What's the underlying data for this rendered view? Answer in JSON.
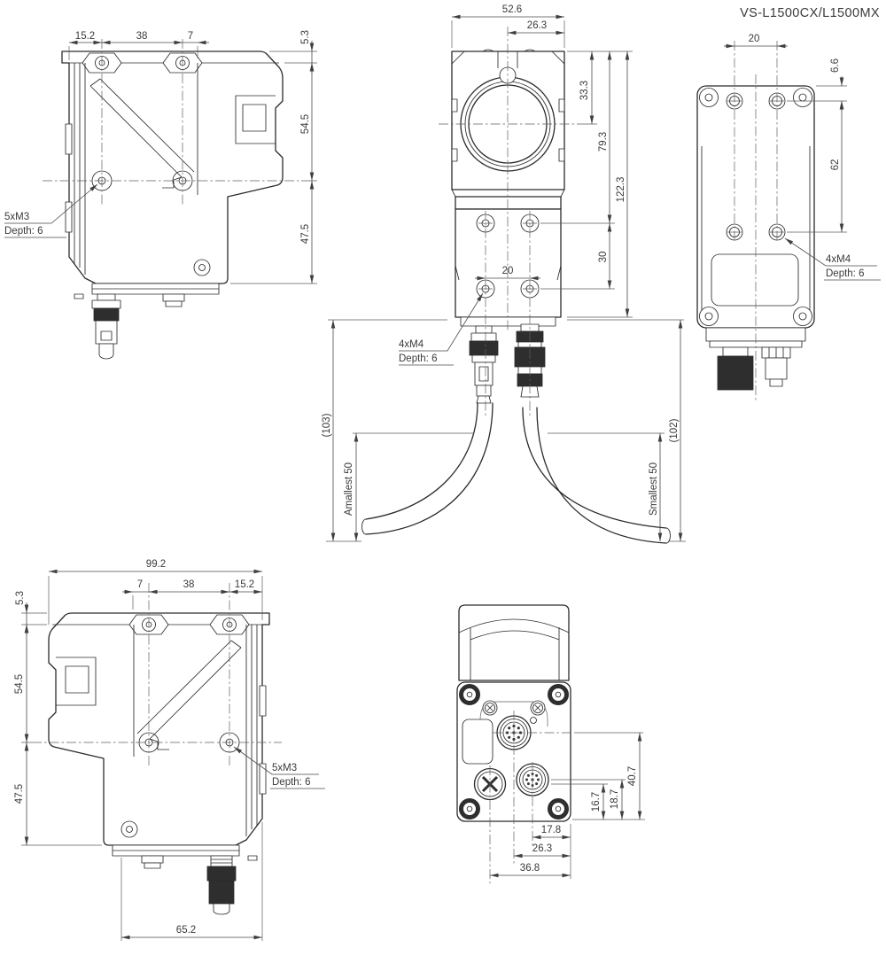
{
  "title": "VS-L1500CX/L1500MX",
  "colors": {
    "line": "#2b2b2b",
    "dim": "#4a4a4a",
    "text": "#3a3a3a",
    "background": "#ffffff"
  },
  "views": {
    "side_left": {
      "dim_front_to_hole": "15.2",
      "dim_hole_span": "38",
      "dim_hole_to_head": "7",
      "dim_plate": "5.3",
      "dim_top_to_axis": "54.5",
      "dim_axis_to_bottom": "47.5",
      "callout_thread": "5xM3",
      "callout_depth": "Depth: 6"
    },
    "front": {
      "dim_width": "52.6",
      "dim_center_to_edge": "26.3",
      "dim_top_to_lens": "33.3",
      "dim_top_to_holes": "79.3",
      "dim_height": "122.3",
      "dim_hole_rows": "30",
      "dim_hole_span": "20",
      "callout_thread": "4xM4",
      "callout_depth": "Depth: 6",
      "cable_left_length": "(103)",
      "cable_left_bend": "Amallest 50",
      "cable_right_length": "(102)",
      "cable_right_bend": "Smallest 50"
    },
    "rear": {
      "dim_hole_span": "20",
      "dim_top_to_holes": "6.6",
      "dim_hole_rows": "62",
      "callout_thread": "4xM4",
      "callout_depth": "Depth: 6"
    },
    "side_right": {
      "dim_width": "99.2",
      "dim_head_to_hole": "7",
      "dim_hole_span": "38",
      "dim_hole_to_front": "15.2",
      "dim_plate": "5.3",
      "dim_top_to_axis": "54.5",
      "dim_axis_to_bottom": "47.5",
      "callout_thread": "5xM3",
      "callout_depth": "Depth: 6",
      "dim_bottom_width": "65.2"
    },
    "bottom": {
      "dim_conn1_to_bottom": "40.7",
      "dim_conn2_to_bottom": "18.7",
      "dim_conn3_to_bottom": "16.7",
      "dim_conn2_to_edge": "17.8",
      "dim_conn1_to_edge": "26.3",
      "dim_conn3_to_edge": "36.8"
    }
  }
}
